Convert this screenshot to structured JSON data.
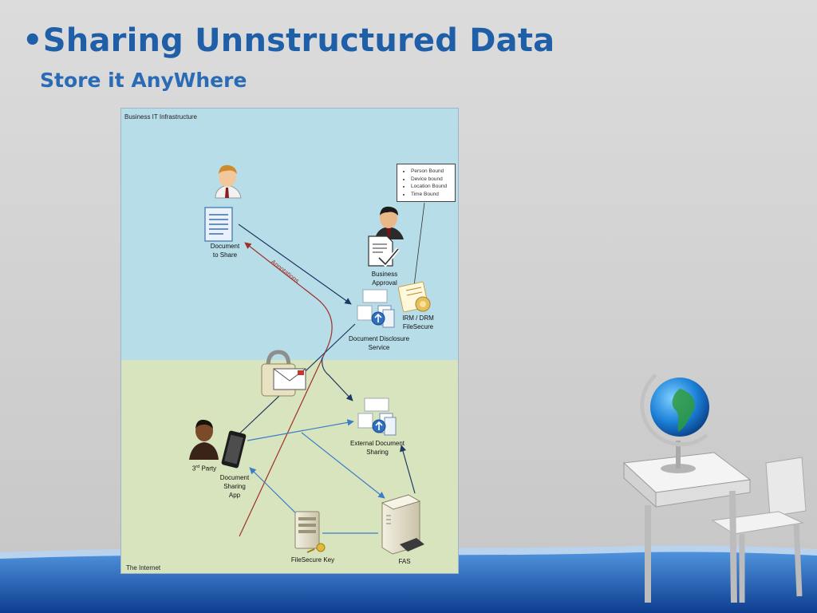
{
  "slide": {
    "bullet": "•",
    "title": "Sharing Unnstructured Data",
    "subtitle": "Store it AnyWhere"
  },
  "diagram": {
    "zones": {
      "top": "Business IT Infrastructure",
      "bottom": "The Internet"
    },
    "callout_items": [
      "Person Bound",
      "Device bound",
      "Location Bound",
      "Time Bound"
    ],
    "labels": {
      "doc_to_share_1": "Document",
      "doc_to_share_2": "to Share",
      "business_approval_1": "Business",
      "business_approval_2": "Approval",
      "irm_1": "IRM / DRM",
      "irm_2": "FileSecure",
      "dds_1": "Document Disclosure",
      "dds_2": "Service",
      "annotations": "Annotations",
      "third_party_num": "3",
      "third_party_sup": "rd",
      "third_party_word": " Party",
      "app_1": "Document",
      "app_2": "Sharing",
      "app_3": "App",
      "ext_1": "External Document",
      "ext_2": "Sharing",
      "filesecure_key": "FileSecure Key",
      "fas": "FAS"
    }
  },
  "colors": {
    "title": "#1f5fa8",
    "zone_top": "#b7dde8",
    "zone_bottom": "#d7e4bd",
    "arrow_dark": "#1f3864",
    "arrow_light": "#3d7cc9",
    "arrow_red": "#a0302a"
  }
}
